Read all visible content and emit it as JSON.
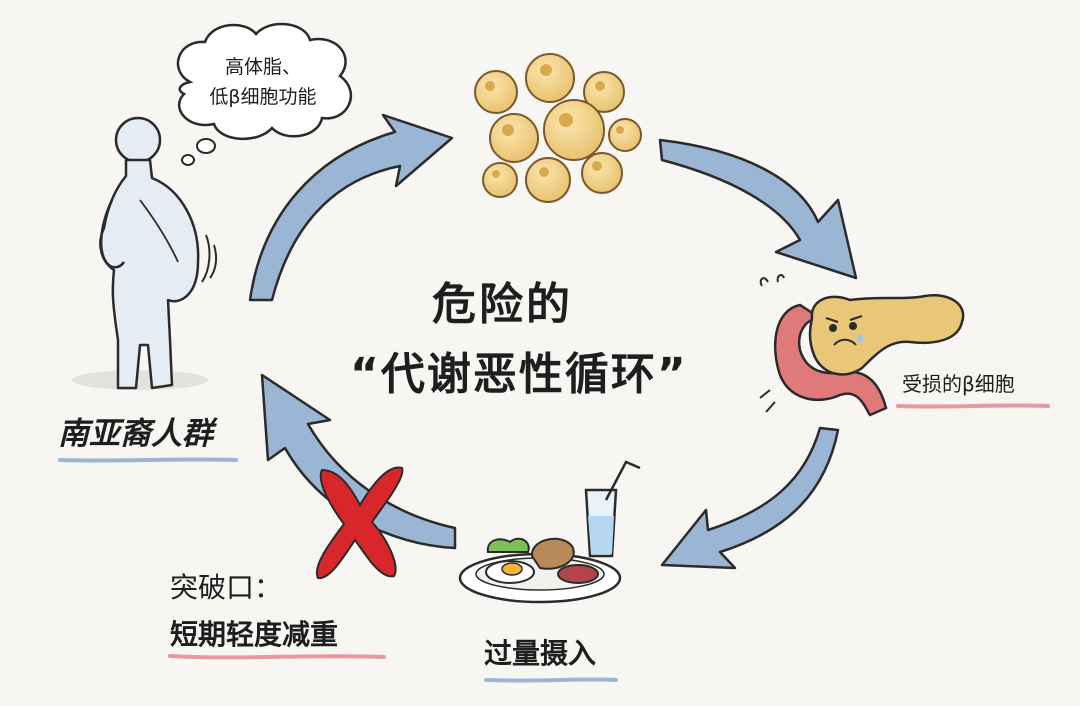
{
  "diagram": {
    "thought_bubble": {
      "line1": "高体脂、",
      "line2": "低β细胞功能"
    },
    "title": {
      "line1": "危险的",
      "line2": "“代谢恶性循环”"
    },
    "nodes": {
      "population": "南亚裔人群",
      "damaged_beta_cells": "受损的β细胞",
      "overeating": "过量摄入",
      "breakthrough_label": "突破口：",
      "breakthrough_detail": "短期轻度减重"
    },
    "colors": {
      "background": "#f7f6f2",
      "arrow_fill": "#9bb6d4",
      "arrow_stroke": "#2b2b2b",
      "fat_cell": "#f1cf86",
      "pancreas": "#e8c878",
      "intestine": "#e07a7a",
      "cross": "#d8262a",
      "underline_blue": "#9bb6d4",
      "underline_red": "#e59aa0"
    },
    "icons": [
      "person-icon",
      "fat-cells-icon",
      "pancreas-icon",
      "meal-icon",
      "cross-icon",
      "thought-bubble-icon"
    ]
  }
}
